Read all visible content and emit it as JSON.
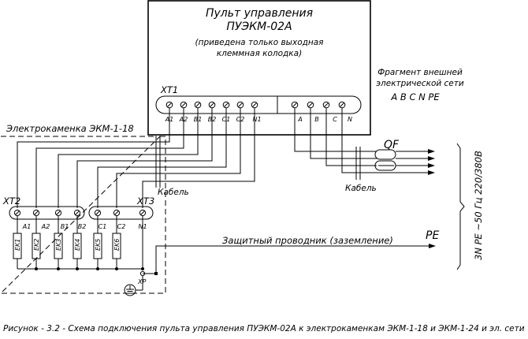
{
  "panel": {
    "title_line1": "Пульт управления",
    "title_line2": "ПУЭКМ-02А",
    "note_line1": "(приведена только выходная",
    "note_line2": "клеммная колодка)",
    "block_label": "XT1",
    "terminals": [
      "A1",
      "A2",
      "B1",
      "B2",
      "C1",
      "C2",
      "N1",
      "A",
      "B",
      "C",
      "N"
    ]
  },
  "grid": {
    "line1": "Фрагмент внешней",
    "line2": "электрической сети",
    "phases": "A B C N PE"
  },
  "device": {
    "title": "Электрокаменка ЭКМ-1-18",
    "block_left": "XT2",
    "block_right": "XT3",
    "terminals": [
      "A1",
      "A2",
      "B1",
      "B2",
      "C1",
      "C2",
      "N1"
    ],
    "heaters": [
      "EK1",
      "EK2",
      "EK3",
      "EK4",
      "EK5",
      "EK6"
    ],
    "ground_label": "XP"
  },
  "labels": {
    "cable_left": "Кабель",
    "cable_right": "Кабель",
    "breaker": "QF",
    "pe": "PE",
    "protective": "Защитный проводник (заземление)",
    "supply": "3N PE ~50 Гц 220/380В"
  },
  "caption": "Рисунок - 3.2 - Схема подключения пульта управления ПУЭКМ-02А к электрокаменкам ЭКМ-1-18 и ЭКМ-1-24 и эл. сети"
}
